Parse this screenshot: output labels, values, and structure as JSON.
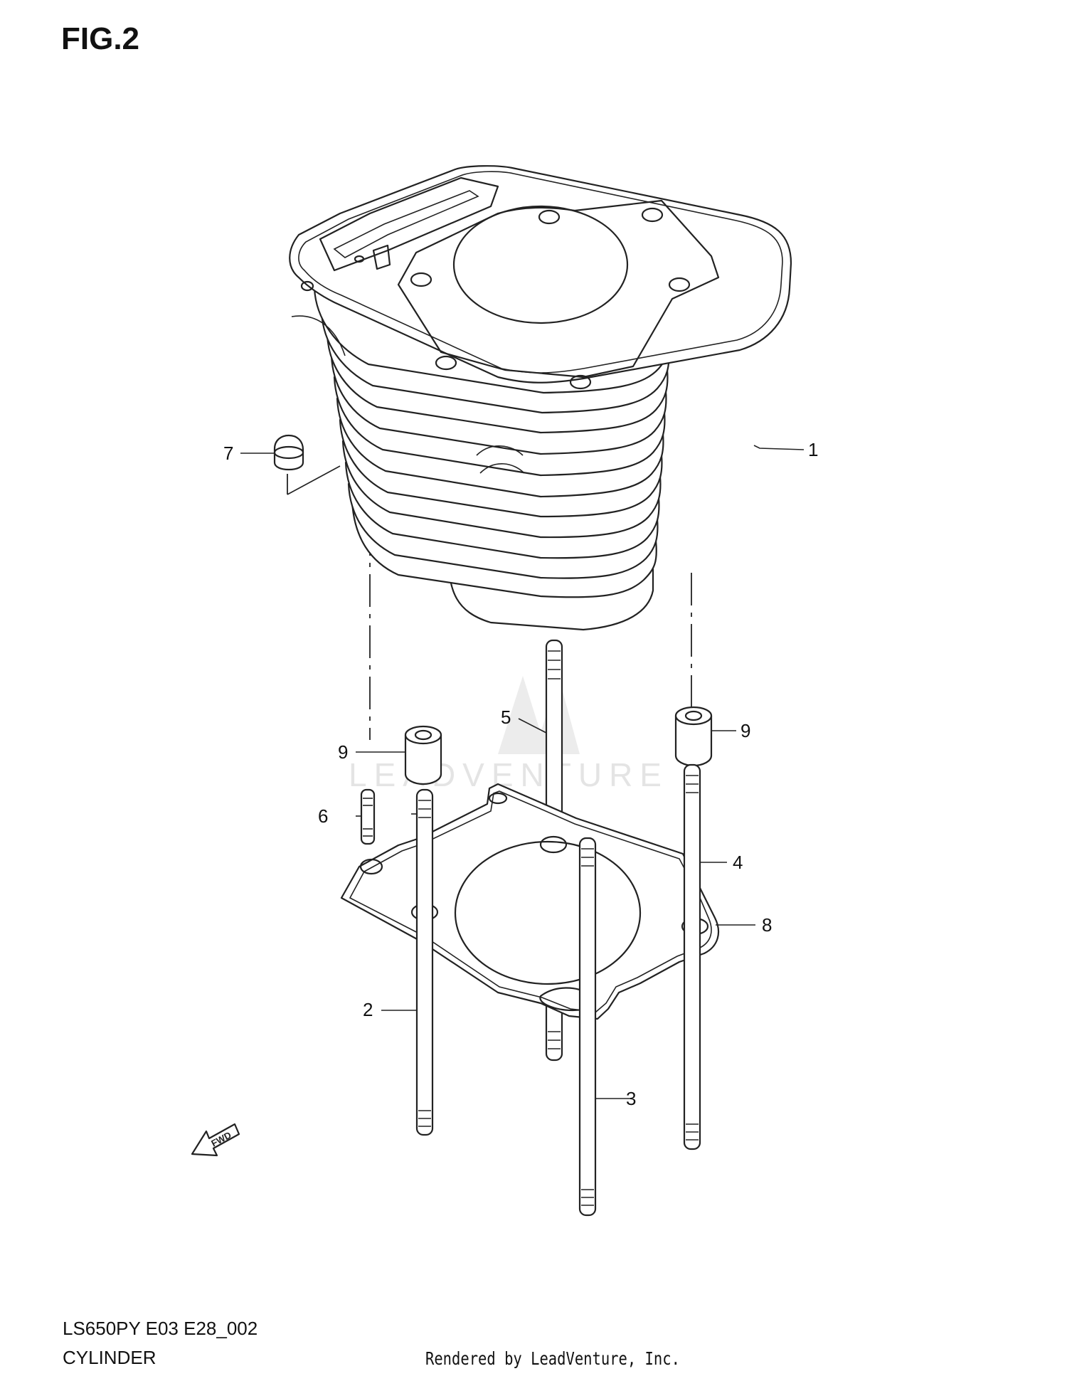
{
  "figure": {
    "title": "FIG.2",
    "model_code": "LS650PY E03 E28_002",
    "section_name": "CYLINDER"
  },
  "credit": "Rendered by LeadVenture, Inc.",
  "watermark": {
    "text": "LEADVENTURE"
  },
  "direction_marker": {
    "text": "FWD"
  },
  "callouts": {
    "c1": "1",
    "c2": "2",
    "c3": "3",
    "c4": "4",
    "c5": "5",
    "c6": "6",
    "c7": "7",
    "c8": "8",
    "c9a": "9",
    "c9b": "9"
  }
}
